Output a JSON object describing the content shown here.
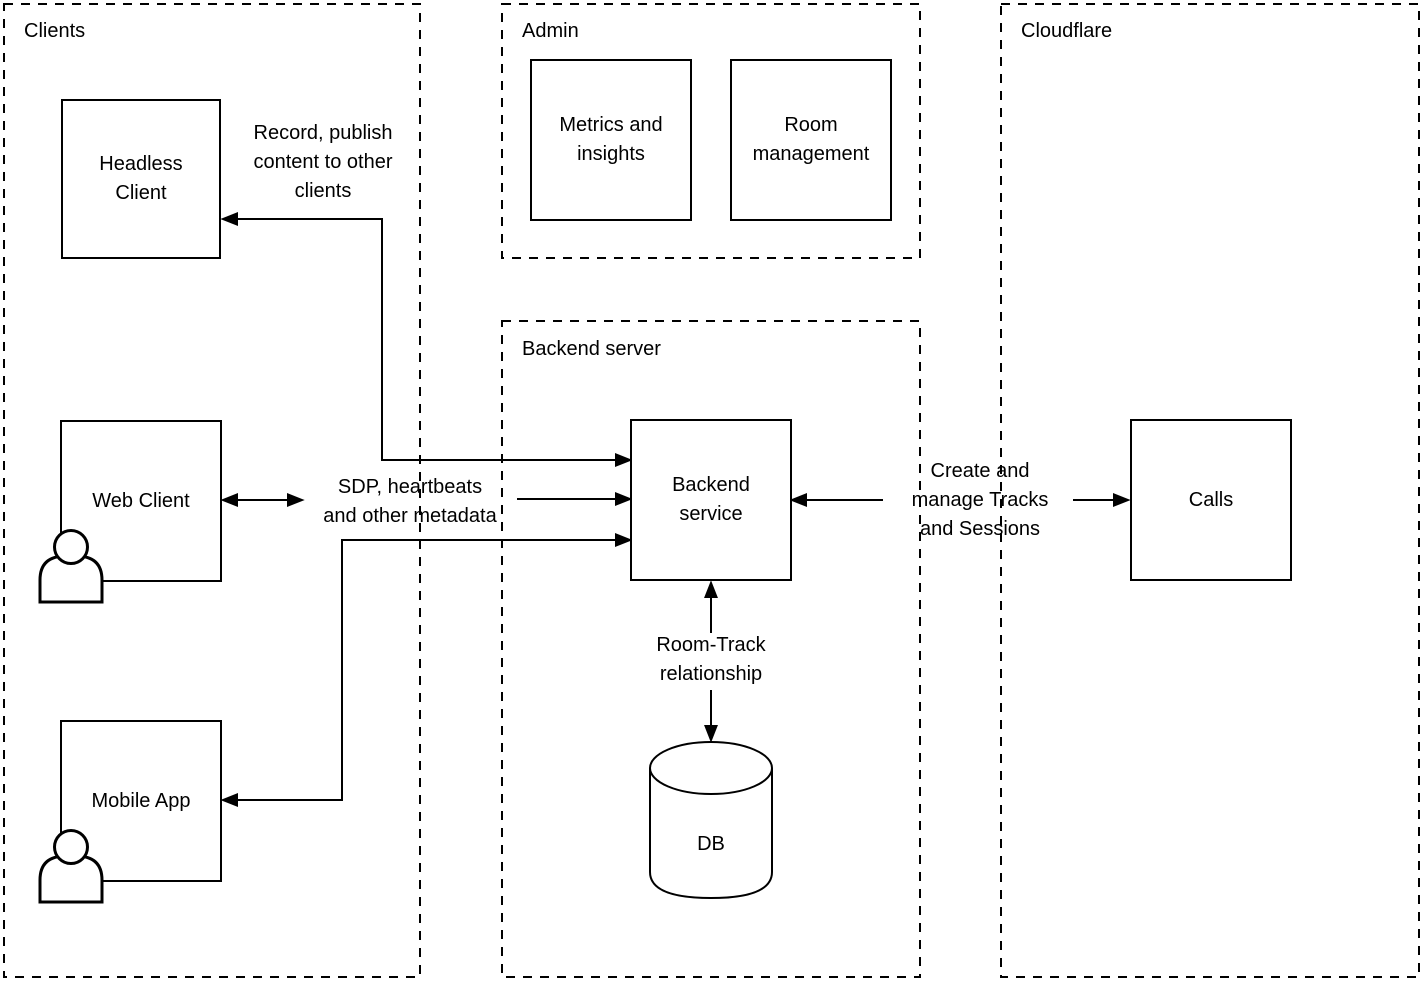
{
  "diagram": {
    "colors": {
      "stroke": "#000000",
      "background": "#ffffff"
    },
    "containers": {
      "clients": "Clients",
      "admin": "Admin",
      "backend_server": "Backend server",
      "cloudflare": "Cloudflare"
    },
    "nodes": {
      "headless_client": "Headless\nClient",
      "web_client": "Web Client",
      "mobile_app": "Mobile App",
      "metrics_insights": "Metrics and\ninsights",
      "room_management": "Room\nmanagement",
      "backend_service": "Backend\nservice",
      "calls": "Calls",
      "db": "DB"
    },
    "edge_labels": {
      "record_publish": "Record, publish\ncontent to other\nclients",
      "sdp_heartbeats": "SDP, heartbeats\nand other metadata",
      "create_manage": "Create and\nmanage Tracks\nand Sessions",
      "room_track": "Room-Track\nrelationship"
    },
    "edges": [
      {
        "from": "Backend service",
        "to": "Headless Client",
        "label": "Record, publish content to other clients",
        "direction": "both"
      },
      {
        "from": "Web Client",
        "to": "Backend service",
        "label": "SDP, heartbeats and other metadata",
        "direction": "both"
      },
      {
        "from": "Backend service",
        "to": "Mobile App",
        "label": "SDP, heartbeats and other metadata",
        "direction": "both"
      },
      {
        "from": "Backend service",
        "to": "Calls",
        "label": "Create and manage Tracks and Sessions",
        "direction": "both"
      },
      {
        "from": "Backend service",
        "to": "DB",
        "label": "Room-Track relationship",
        "direction": "both"
      }
    ]
  }
}
